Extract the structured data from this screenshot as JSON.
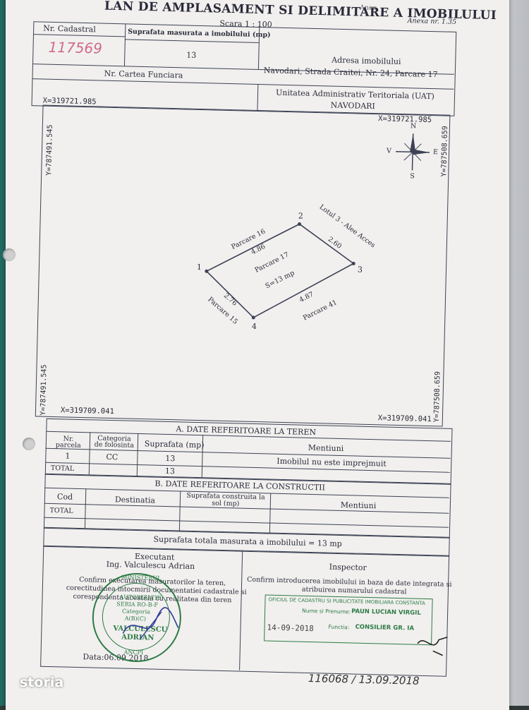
{
  "annex": "Anexa nr. 1.35",
  "top_right_fragment": "Anex",
  "title": "LAN DE AMPLASAMENT SI DELIMITARE A IMOBILULUI",
  "scale": "Scara 1 : 100",
  "header": {
    "cadastral_label": "Nr. Cadastral",
    "cadastral_value": "117569",
    "area_label": "Suprafata masurata a imobilului (mp)",
    "area_value": "13",
    "address_label": "Adresa imobilului",
    "address_value": "Navodari, Strada Craitei, Nr. 24, Parcare 17",
    "land_book_label": "Nr. Cartea Funciara",
    "uat_label": "Unitatea Administrativ Teritoriala (UAT)",
    "uat_value": "NAVODARI"
  },
  "plan": {
    "x_top": "X=319721.985",
    "x_bottom": "X=319709.041",
    "y_left": "Y=787491.545",
    "y_right": "Y=787508.659",
    "compass": {
      "n": "N",
      "s": "S",
      "e": "E",
      "v": "V"
    },
    "points": [
      "1",
      "2",
      "3",
      "4"
    ],
    "parcel_label": "Parcare 17",
    "parcel_area": "S=13 mp",
    "neighbors": {
      "top": "Parcare 16",
      "right": "Lotul 3 - Alee Acces",
      "bottom": "Parcare 41",
      "left": "Parcare 15"
    },
    "sides": {
      "s12": "4.86",
      "s23": "2.60",
      "s34": "4.87",
      "s41": "2.76"
    }
  },
  "section_a": {
    "title": "A. DATE REFERITOARE LA TEREN",
    "headers": [
      "Nr. parcela",
      "Categoria de folosinta",
      "Suprafata (mp)",
      "Mentiuni"
    ],
    "row": [
      "1",
      "CC",
      "13",
      "Imobilul nu este imprejmuit"
    ],
    "total_label": "TOTAL",
    "total_value": "13"
  },
  "section_b": {
    "title": "B. DATE REFERITOARE LA CONSTRUCTII",
    "headers": [
      "Cod",
      "Destinatia",
      "Suprafata construita la sol (mp)",
      "Mentiuni"
    ],
    "total_label": "TOTAL"
  },
  "total_area": "Suprafata totala masurata a imobilului = 13 mp",
  "executant": {
    "title": "Executant",
    "name": "Ing. Valculescu Adrian",
    "text1": "Confirm executarea masuratorilor la teren,",
    "text2": "corectitudinea intocmirii documentatiei cadastrale si",
    "text3": "corespondenta acesteia cu realitatea din teren",
    "date_label": "Data:",
    "date_value": "06.09.2018"
  },
  "stamp_round": {
    "top": "MINISTERUL",
    "mid1": "AUTORIZATIE",
    "mid2": "SERIA RO-B-F",
    "mid3": "Categoria",
    "mid4": "A(B)(C)",
    "name1": "VALCULESCU",
    "name2": "ADRIAN",
    "bottom": "ANCPI"
  },
  "inspector": {
    "title": "Inspector",
    "text1": "Confirm introducerea imobilului in baza de date integrata si",
    "text2": "atribuirea numarului cadastral",
    "stamp_office": "OFICIUL DE CADASTRU SI PUBLICITATE IMOBILIARA CONSTANTA",
    "stamp_name_label": "Nume si Prenume:",
    "stamp_name": "PAUN LUCIAN VIRGIL",
    "stamp_function_label": "Functia:",
    "stamp_function": "CONSILIER GR. IA",
    "stamp_date": "14-09-2018",
    "handwritten_ref": "116068 / 13.09.2018"
  },
  "watermark": "storia"
}
